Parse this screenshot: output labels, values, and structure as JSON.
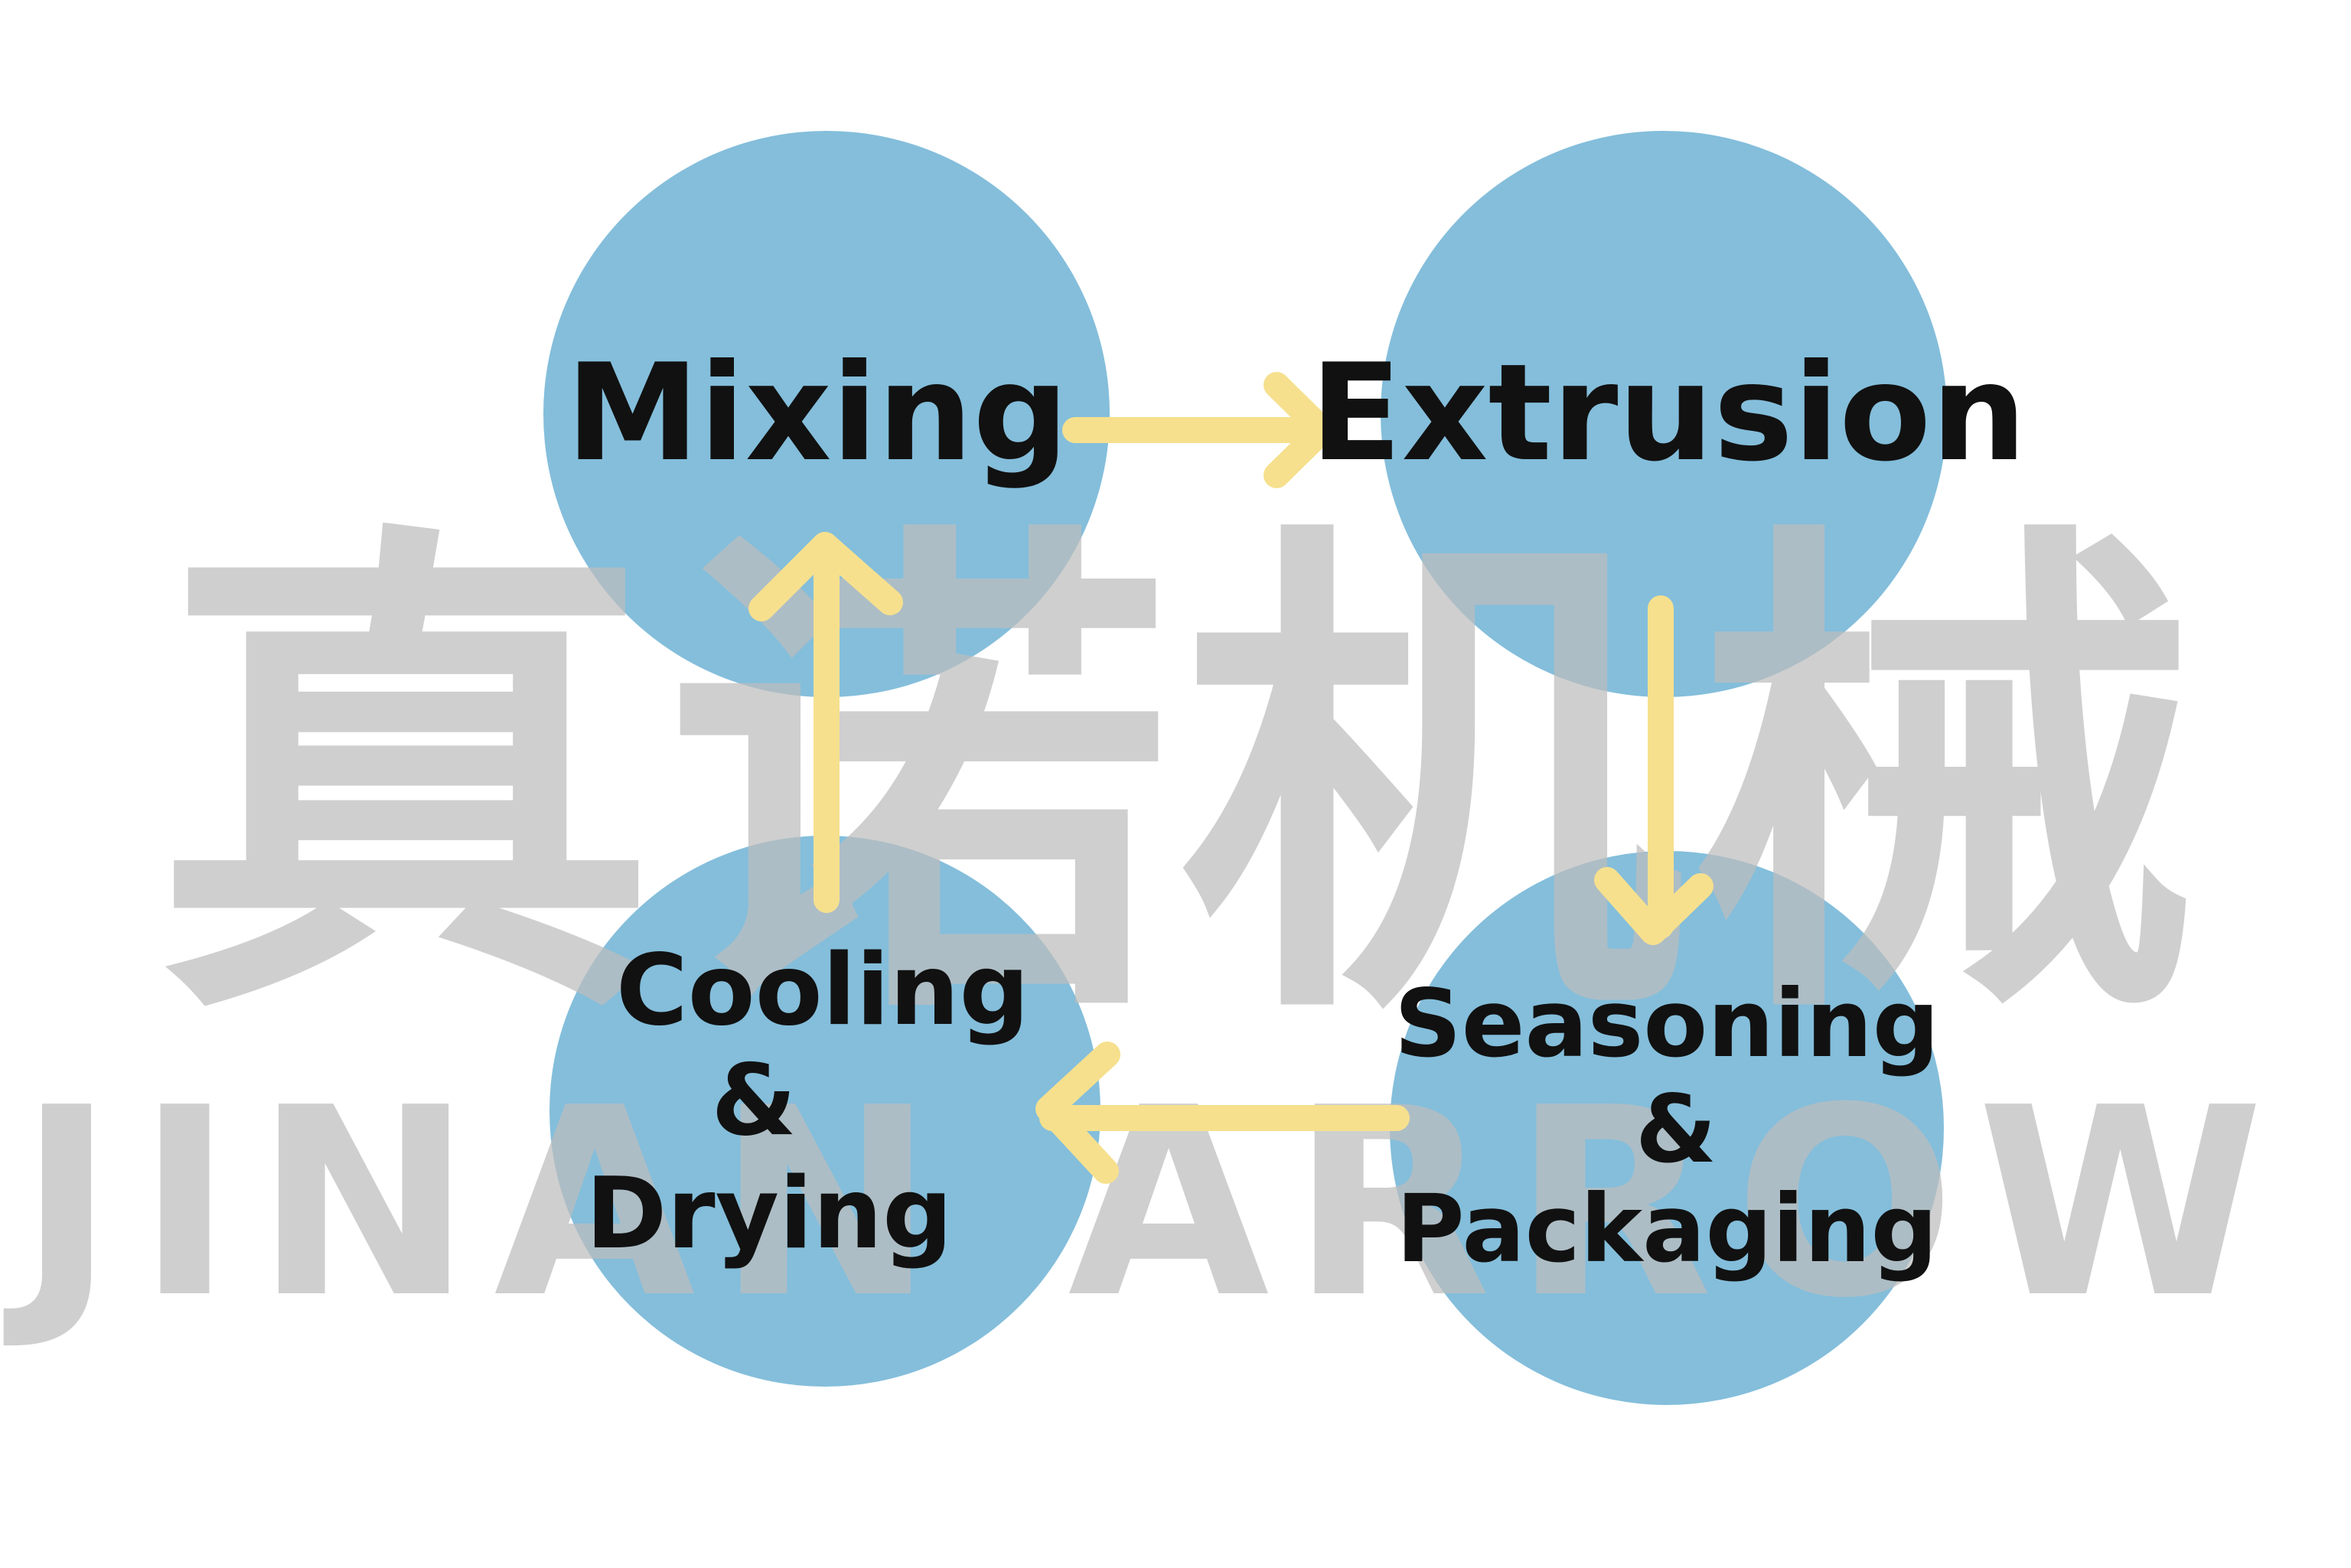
{
  "diagram": {
    "stages": [
      {
        "id": "mixing",
        "lines": [
          "Mixing"
        ]
      },
      {
        "id": "extrusion",
        "lines": [
          "Extrusion"
        ]
      },
      {
        "id": "seasoning-packaging",
        "lines": [
          "Seasoning",
          "&",
          "Packaging"
        ]
      },
      {
        "id": "cooling-drying",
        "lines": [
          "Cooling",
          "&",
          "Drying"
        ]
      }
    ],
    "flow": [
      {
        "from": "mixing",
        "to": "extrusion"
      },
      {
        "from": "extrusion",
        "to": "seasoning-packaging"
      },
      {
        "from": "seasoning-packaging",
        "to": "cooling-drying"
      },
      {
        "from": "cooling-drying",
        "to": "mixing"
      }
    ]
  },
  "watermark": {
    "chinese": "真诺机械",
    "latin": "JINAN ARROW"
  },
  "colors": {
    "circle": "#84bedb",
    "arrow": "#f6e08e",
    "text": "#111111",
    "watermark": "#bdbdbd",
    "background": "#ffffff"
  }
}
